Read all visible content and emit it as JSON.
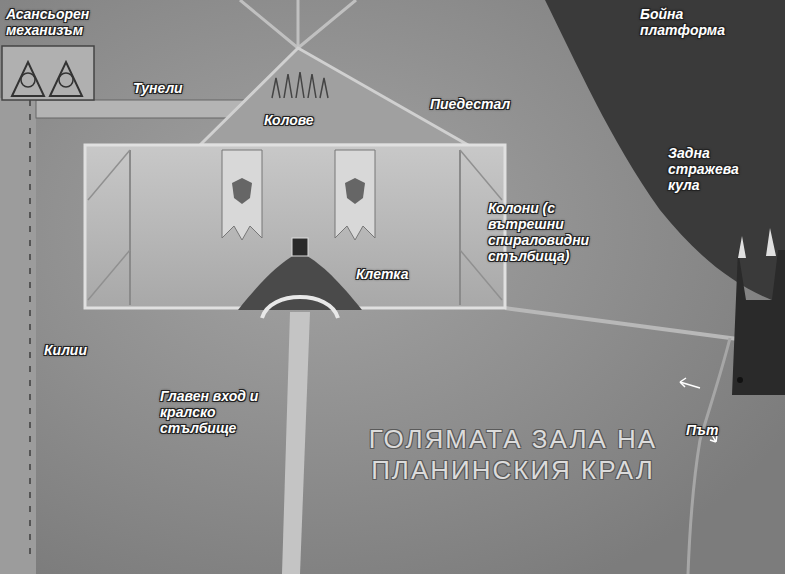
{
  "diagram": {
    "title": "ГОЛЯМАТА ЗАЛА НА ПЛАНИНСКИЯ КРАЛ",
    "labels": [
      "Асансьорен механизъм",
      "Тунели",
      "Колове",
      "Пиедестал",
      "Бойна платформа",
      "Задна стражева кула",
      "Колони (с вътрешни спираловидни стълбища)",
      "Клетка",
      "Килии",
      "Главен вход и кралско стълбище",
      "Път"
    ]
  }
}
